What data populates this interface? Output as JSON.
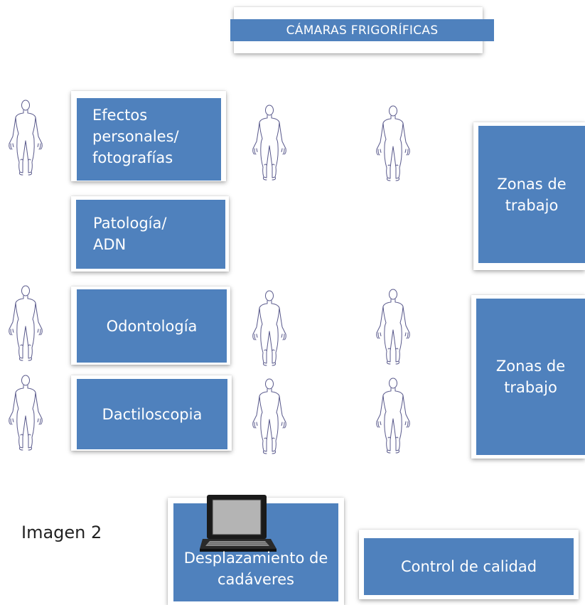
{
  "title": "CÁMARAS FRIGORÍFICAS",
  "stations": {
    "efectos": [
      "Efectos",
      "personales/",
      "fotografías"
    ],
    "patologia": [
      "Patología/",
      "ADN"
    ],
    "odontologia": "Odontología",
    "dactiloscopia": "Dactiloscopia"
  },
  "work_zones": [
    [
      "Zonas de",
      "trabajo"
    ],
    [
      "Zonas de",
      "trabajo"
    ]
  ],
  "caption": "Imagen 2",
  "transport": [
    "Desplazamiento",
    "de cadáveres"
  ],
  "quality": "Control de calidad",
  "icons": {
    "body": "human-body-outline-icon",
    "computer": "laptop-icon"
  },
  "colors": {
    "box_fill": "#4f81bd",
    "box_text": "#ffffff",
    "figure_stroke": "#5a5a8c"
  }
}
